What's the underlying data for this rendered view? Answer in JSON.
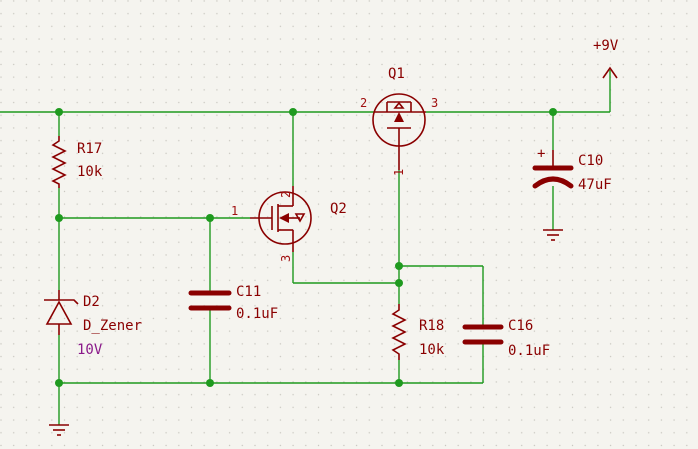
{
  "supply": {
    "label": "+9V"
  },
  "components": {
    "q1": {
      "ref": "Q1",
      "pin1": "1",
      "pin2": "2",
      "pin3": "3"
    },
    "q2": {
      "ref": "Q2",
      "pin1": "1",
      "pin2": "2",
      "pin3": "3"
    },
    "r17": {
      "ref": "R17",
      "value": "10k"
    },
    "r18": {
      "ref": "R18",
      "value": "10k"
    },
    "c10": {
      "ref": "C10",
      "value": "47uF",
      "polarity": "+"
    },
    "c11": {
      "ref": "C11",
      "value": "0.1uF"
    },
    "c16": {
      "ref": "C16",
      "value": "0.1uF"
    },
    "d2": {
      "ref": "D2",
      "name": "D_Zener",
      "value": "10V"
    }
  },
  "colors": {
    "background": "#f5f4ef",
    "wire": "#1f9a1f",
    "component": "#8a0000",
    "value_text": "#8a1a8a"
  }
}
